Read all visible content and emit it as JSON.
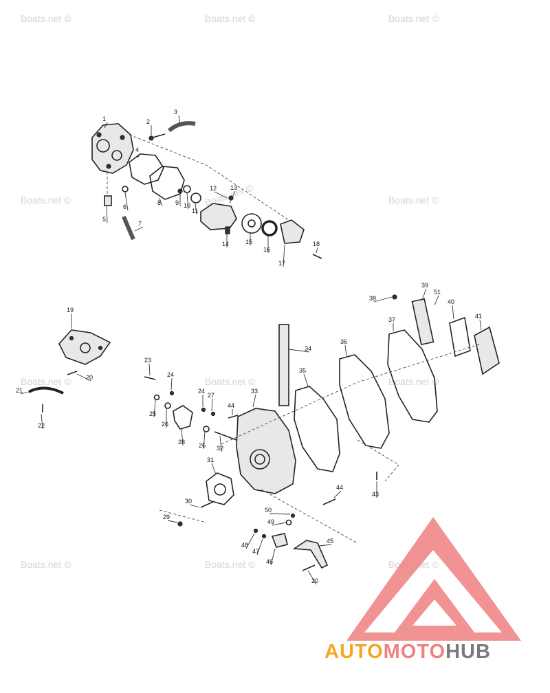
{
  "watermark": "Boats.net ©",
  "logo": {
    "part_a": "AUTO",
    "part_b": "MOTO",
    "part_c": "HUB",
    "color_orange": "#f5a623",
    "color_red": "#f08080",
    "color_gray": "#7a7a7a"
  },
  "callouts": [
    {
      "id": "1",
      "label": "1"
    },
    {
      "id": "2",
      "label": "2"
    },
    {
      "id": "3",
      "label": "3"
    },
    {
      "id": "4",
      "label": "4"
    },
    {
      "id": "5",
      "label": "5"
    },
    {
      "id": "6",
      "label": "6"
    },
    {
      "id": "7",
      "label": "7"
    },
    {
      "id": "8",
      "label": "8"
    },
    {
      "id": "9",
      "label": "9"
    },
    {
      "id": "10",
      "label": "10"
    },
    {
      "id": "11",
      "label": "11"
    },
    {
      "id": "12",
      "label": "12"
    },
    {
      "id": "13",
      "label": "13"
    },
    {
      "id": "14",
      "label": "14"
    },
    {
      "id": "15",
      "label": "15"
    },
    {
      "id": "16",
      "label": "16"
    },
    {
      "id": "17",
      "label": "17"
    },
    {
      "id": "18",
      "label": "18"
    },
    {
      "id": "19",
      "label": "19"
    },
    {
      "id": "20a",
      "label": "20"
    },
    {
      "id": "21",
      "label": "21"
    },
    {
      "id": "22",
      "label": "22"
    },
    {
      "id": "23",
      "label": "23"
    },
    {
      "id": "24a",
      "label": "24"
    },
    {
      "id": "24b",
      "label": "24"
    },
    {
      "id": "25",
      "label": "25"
    },
    {
      "id": "26a",
      "label": "26"
    },
    {
      "id": "26b",
      "label": "26"
    },
    {
      "id": "27",
      "label": "27"
    },
    {
      "id": "28",
      "label": "28"
    },
    {
      "id": "29",
      "label": "29"
    },
    {
      "id": "30",
      "label": "30"
    },
    {
      "id": "31",
      "label": "31"
    },
    {
      "id": "32",
      "label": "32"
    },
    {
      "id": "33",
      "label": "33"
    },
    {
      "id": "34",
      "label": "34"
    },
    {
      "id": "35",
      "label": "35"
    },
    {
      "id": "36",
      "label": "36"
    },
    {
      "id": "37",
      "label": "37"
    },
    {
      "id": "38",
      "label": "38"
    },
    {
      "id": "39",
      "label": "39"
    },
    {
      "id": "40",
      "label": "40"
    },
    {
      "id": "41",
      "label": "41"
    },
    {
      "id": "43",
      "label": "43"
    },
    {
      "id": "44a",
      "label": "44"
    },
    {
      "id": "44b",
      "label": "44"
    },
    {
      "id": "45",
      "label": "45"
    },
    {
      "id": "46",
      "label": "46"
    },
    {
      "id": "47",
      "label": "47"
    },
    {
      "id": "48",
      "label": "48"
    },
    {
      "id": "49",
      "label": "49"
    },
    {
      "id": "50",
      "label": "50"
    },
    {
      "id": "51",
      "label": "51"
    },
    {
      "id": "20b",
      "label": "20"
    }
  ]
}
